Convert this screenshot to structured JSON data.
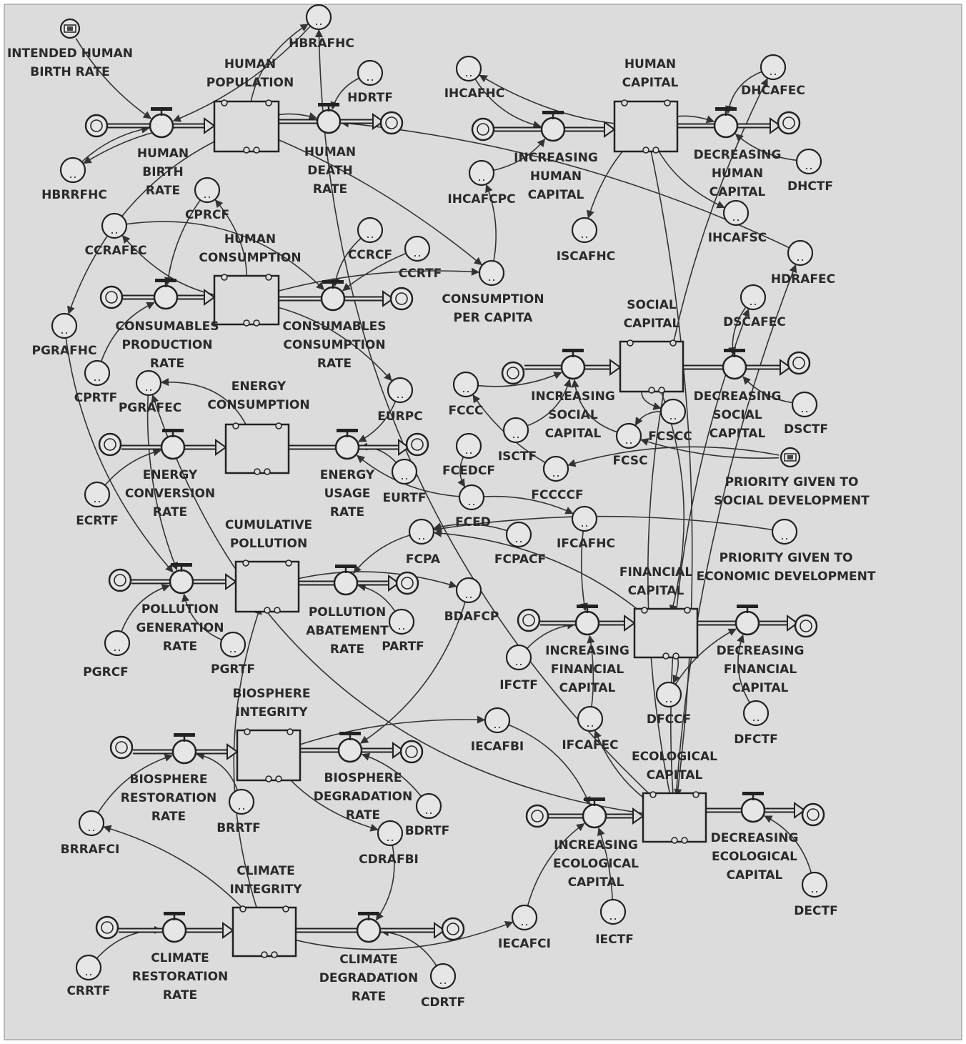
{
  "diagram": {
    "stocks": [
      {
        "id": "human_population",
        "label": [
          "HUMAN",
          "POPULATION"
        ]
      },
      {
        "id": "human_capital",
        "label": [
          "HUMAN",
          "CAPITAL"
        ]
      },
      {
        "id": "human_consumption",
        "label": [
          "HUMAN",
          "CONSUMPTION"
        ]
      },
      {
        "id": "social_capital",
        "label": [
          "SOCIAL",
          "CAPITAL"
        ]
      },
      {
        "id": "energy_consumption",
        "label": [
          "ENERGY",
          "CONSUMPTION"
        ]
      },
      {
        "id": "cumulative_pollution",
        "label": [
          "CUMULATIVE",
          "POLLUTION"
        ]
      },
      {
        "id": "financial_capital",
        "label": [
          "FINANCIAL",
          "CAPITAL"
        ]
      },
      {
        "id": "biosphere_integrity",
        "label": [
          "BIOSPHERE",
          "INTEGRITY"
        ]
      },
      {
        "id": "ecological_capital",
        "label": [
          "ECOLOGICAL",
          "CAPITAL"
        ]
      },
      {
        "id": "climate_integrity",
        "label": [
          "CLIMATE",
          "INTEGRITY"
        ]
      }
    ],
    "flows": [
      {
        "id": "human_birth_rate",
        "label": [
          "HUMAN",
          "BIRTH",
          "RATE"
        ]
      },
      {
        "id": "human_death_rate",
        "label": [
          "HUMAN",
          "DEATH",
          "RATE"
        ]
      },
      {
        "id": "increasing_human_capital",
        "label": [
          "INCREASING",
          "HUMAN",
          "CAPITAL"
        ]
      },
      {
        "id": "decreasing_human_capital",
        "label": [
          "DECREASING",
          "HUMAN",
          "CAPITAL"
        ]
      },
      {
        "id": "consumables_production_rate",
        "label": [
          "CONSUMABLES",
          "PRODUCTION",
          "RATE"
        ]
      },
      {
        "id": "consumables_consumption_rate",
        "label": [
          "CONSUMABLES",
          "CONSUMPTION",
          "RATE"
        ]
      },
      {
        "id": "increasing_social_capital",
        "label": [
          "INCREASING",
          "SOCIAL",
          "CAPITAL"
        ]
      },
      {
        "id": "decreasing_social_capital",
        "label": [
          "DECREASING",
          "SOCIAL",
          "CAPITAL"
        ]
      },
      {
        "id": "energy_conversion_rate",
        "label": [
          "ENERGY",
          "CONVERSION",
          "RATE"
        ]
      },
      {
        "id": "energy_usage_rate",
        "label": [
          "ENERGY",
          "USAGE",
          "RATE"
        ]
      },
      {
        "id": "pollution_generation_rate",
        "label": [
          "POLLUTION",
          "GENERATION",
          "RATE"
        ]
      },
      {
        "id": "pollution_abatement_rate",
        "label": [
          "POLLUTION",
          "ABATEMENT",
          "RATE"
        ]
      },
      {
        "id": "increasing_financial_capital",
        "label": [
          "INCREASING",
          "FINANCIAL",
          "CAPITAL"
        ]
      },
      {
        "id": "decreasing_financial_capital",
        "label": [
          "DECREASING",
          "FINANCIAL",
          "CAPITAL"
        ]
      },
      {
        "id": "biosphere_restoration_rate",
        "label": [
          "BIOSPHERE",
          "RESTORATION",
          "RATE"
        ]
      },
      {
        "id": "biosphere_degradation_rate",
        "label": [
          "BIOSPHERE",
          "DEGRADATION",
          "RATE"
        ]
      },
      {
        "id": "increasing_ecological_capital",
        "label": [
          "INCREASING",
          "ECOLOGICAL",
          "CAPITAL"
        ]
      },
      {
        "id": "decreasing_ecological_capital",
        "label": [
          "DECREASING",
          "ECOLOGICAL",
          "CAPITAL"
        ]
      },
      {
        "id": "climate_restoration_rate",
        "label": [
          "CLIMATE",
          "RESTORATION",
          "RATE"
        ]
      },
      {
        "id": "climate_degradation_rate",
        "label": [
          "CLIMATE",
          "DEGRADATION",
          "RATE"
        ]
      }
    ],
    "auxiliaries": [
      {
        "id": "intended_human_birth_rate",
        "label": [
          "INTENDED HUMAN",
          "BIRTH RATE"
        ],
        "kind": "input"
      },
      {
        "id": "hbrafhc",
        "label": [
          "HBRAFHC"
        ]
      },
      {
        "id": "hdrtf",
        "label": [
          "HDRTF"
        ]
      },
      {
        "id": "hbrrfhc",
        "label": [
          "HBRRFHC"
        ]
      },
      {
        "id": "ihcafhc",
        "label": [
          "IHCAFHC"
        ]
      },
      {
        "id": "dhcafec",
        "label": [
          "DHCAFEC"
        ]
      },
      {
        "id": "dhctf",
        "label": [
          "DHCTF"
        ]
      },
      {
        "id": "ihcafcpc",
        "label": [
          "IHCAFCPC"
        ]
      },
      {
        "id": "ihcafsc",
        "label": [
          "IHCAFSC"
        ]
      },
      {
        "id": "cprcf",
        "label": [
          "CPRCF"
        ]
      },
      {
        "id": "ccrafec",
        "label": [
          "CCRAFEC"
        ]
      },
      {
        "id": "ccrcf",
        "label": [
          "CCRCF"
        ]
      },
      {
        "id": "ccrtf",
        "label": [
          "CCRTF"
        ]
      },
      {
        "id": "iscafhc",
        "label": [
          "ISCAFHC"
        ]
      },
      {
        "id": "hdrafec",
        "label": [
          "HDRAFEC"
        ]
      },
      {
        "id": "consumption_per_capita",
        "label": [
          "CONSUMPTION",
          "PER CAPITA"
        ]
      },
      {
        "id": "pgrafhc",
        "label": [
          "PGRAFHC"
        ]
      },
      {
        "id": "dscafec",
        "label": [
          "DSCAFEC"
        ]
      },
      {
        "id": "cprtf",
        "label": [
          "CPRTF"
        ]
      },
      {
        "id": "pgrafec",
        "label": [
          "PGRAFEC"
        ]
      },
      {
        "id": "eurpc",
        "label": [
          "EURPC"
        ]
      },
      {
        "id": "fccc",
        "label": [
          "FCCC"
        ]
      },
      {
        "id": "fcscc",
        "label": [
          "FCSCC"
        ]
      },
      {
        "id": "dsctf",
        "label": [
          "DSCTF"
        ]
      },
      {
        "id": "isctf",
        "label": [
          "ISCTF"
        ]
      },
      {
        "id": "fcsc",
        "label": [
          "FCSC"
        ]
      },
      {
        "id": "fcedcf",
        "label": [
          "FCEDCF"
        ]
      },
      {
        "id": "priority_social",
        "label": [
          "PRIORITY GIVEN TO",
          "SOCIAL DEVELOPMENT"
        ],
        "kind": "input"
      },
      {
        "id": "ecrtf",
        "label": [
          "ECRTF"
        ]
      },
      {
        "id": "eurtf",
        "label": [
          "EURTF"
        ]
      },
      {
        "id": "fcccf",
        "label": [
          "FCCCCF"
        ]
      },
      {
        "id": "fced",
        "label": [
          "FCED"
        ]
      },
      {
        "id": "ifcafhc",
        "label": [
          "IFCAFHC"
        ]
      },
      {
        "id": "priority_economic",
        "label": [
          "PRIORITY GIVEN TO",
          "ECONOMIC DEVELOPMENT"
        ]
      },
      {
        "id": "fcpa",
        "label": [
          "FCPA"
        ]
      },
      {
        "id": "fcpacf",
        "label": [
          "FCPACF"
        ]
      },
      {
        "id": "bdafcp",
        "label": [
          "BDAFCP"
        ]
      },
      {
        "id": "partf",
        "label": [
          "PARTF"
        ]
      },
      {
        "id": "pgrcf",
        "label": [
          "PGRCF"
        ]
      },
      {
        "id": "pgrtf",
        "label": [
          "PGRTF"
        ]
      },
      {
        "id": "ifctf",
        "label": [
          "IFCTF"
        ]
      },
      {
        "id": "dfccf",
        "label": [
          "DFCCF"
        ]
      },
      {
        "id": "dfctf",
        "label": [
          "DFCTF"
        ]
      },
      {
        "id": "iecafbi",
        "label": [
          "IECAFBI"
        ]
      },
      {
        "id": "ifcafec",
        "label": [
          "IFCAFEC"
        ]
      },
      {
        "id": "brrtf",
        "label": [
          "BRRTF"
        ]
      },
      {
        "id": "bdrtf",
        "label": [
          "BDRTF"
        ]
      },
      {
        "id": "brrafci",
        "label": [
          "BRRAFCI"
        ]
      },
      {
        "id": "cdrafbi",
        "label": [
          "CDRAFBI"
        ]
      },
      {
        "id": "iecafci",
        "label": [
          "IECAFCI"
        ]
      },
      {
        "id": "iectf",
        "label": [
          "IECTF"
        ]
      },
      {
        "id": "dectf",
        "label": [
          "DECTF"
        ]
      },
      {
        "id": "crrtf",
        "label": [
          "CRRTF"
        ]
      },
      {
        "id": "cdrtf",
        "label": [
          "CDRTF"
        ]
      }
    ]
  }
}
